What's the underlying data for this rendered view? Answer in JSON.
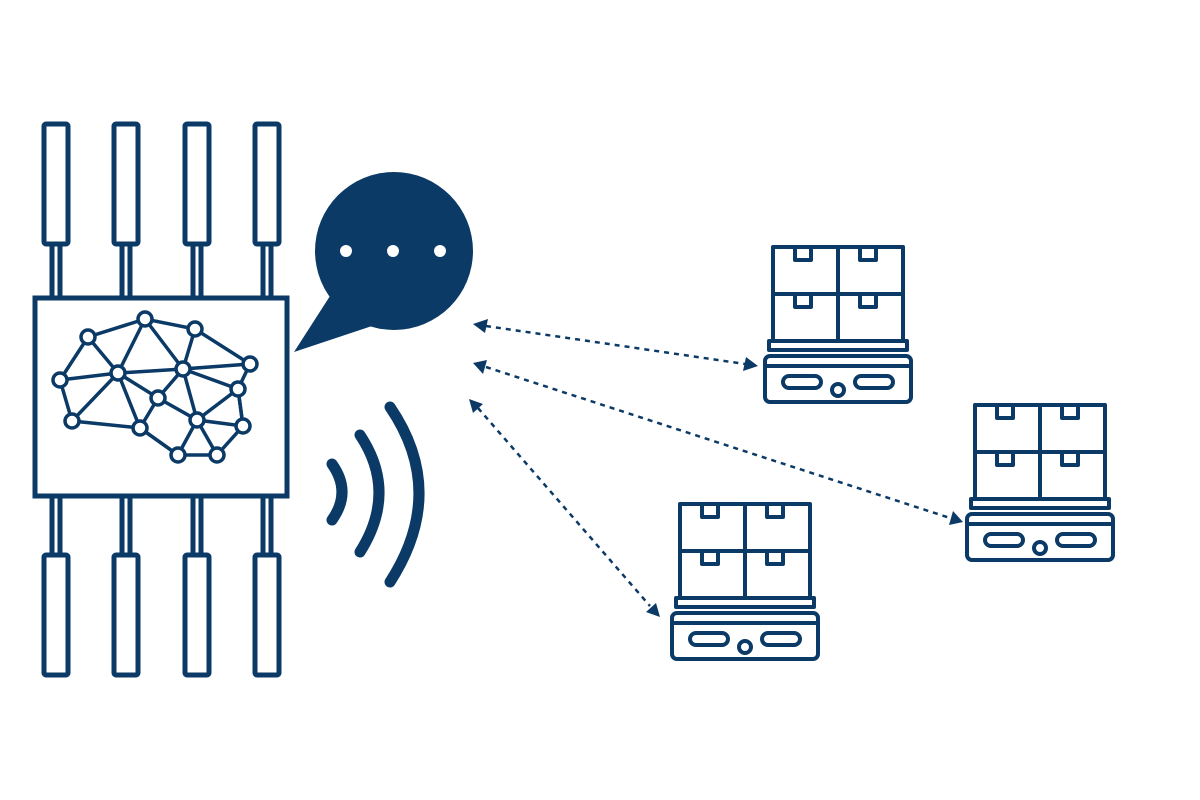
{
  "colors": {
    "primary": "#0b3a66",
    "background": "#ffffff"
  },
  "icons": {
    "controller": "ai-chip-icon",
    "brain": "neural-network-brain-icon",
    "speech": "speech-bubble-icon",
    "signal": "wireless-signal-icon",
    "robot": "warehouse-robot-icon",
    "link": "bidirectional-dotted-arrow"
  },
  "diagram": {
    "robot_count": 3,
    "link_count": 3,
    "chip_pins_per_side": 4
  }
}
